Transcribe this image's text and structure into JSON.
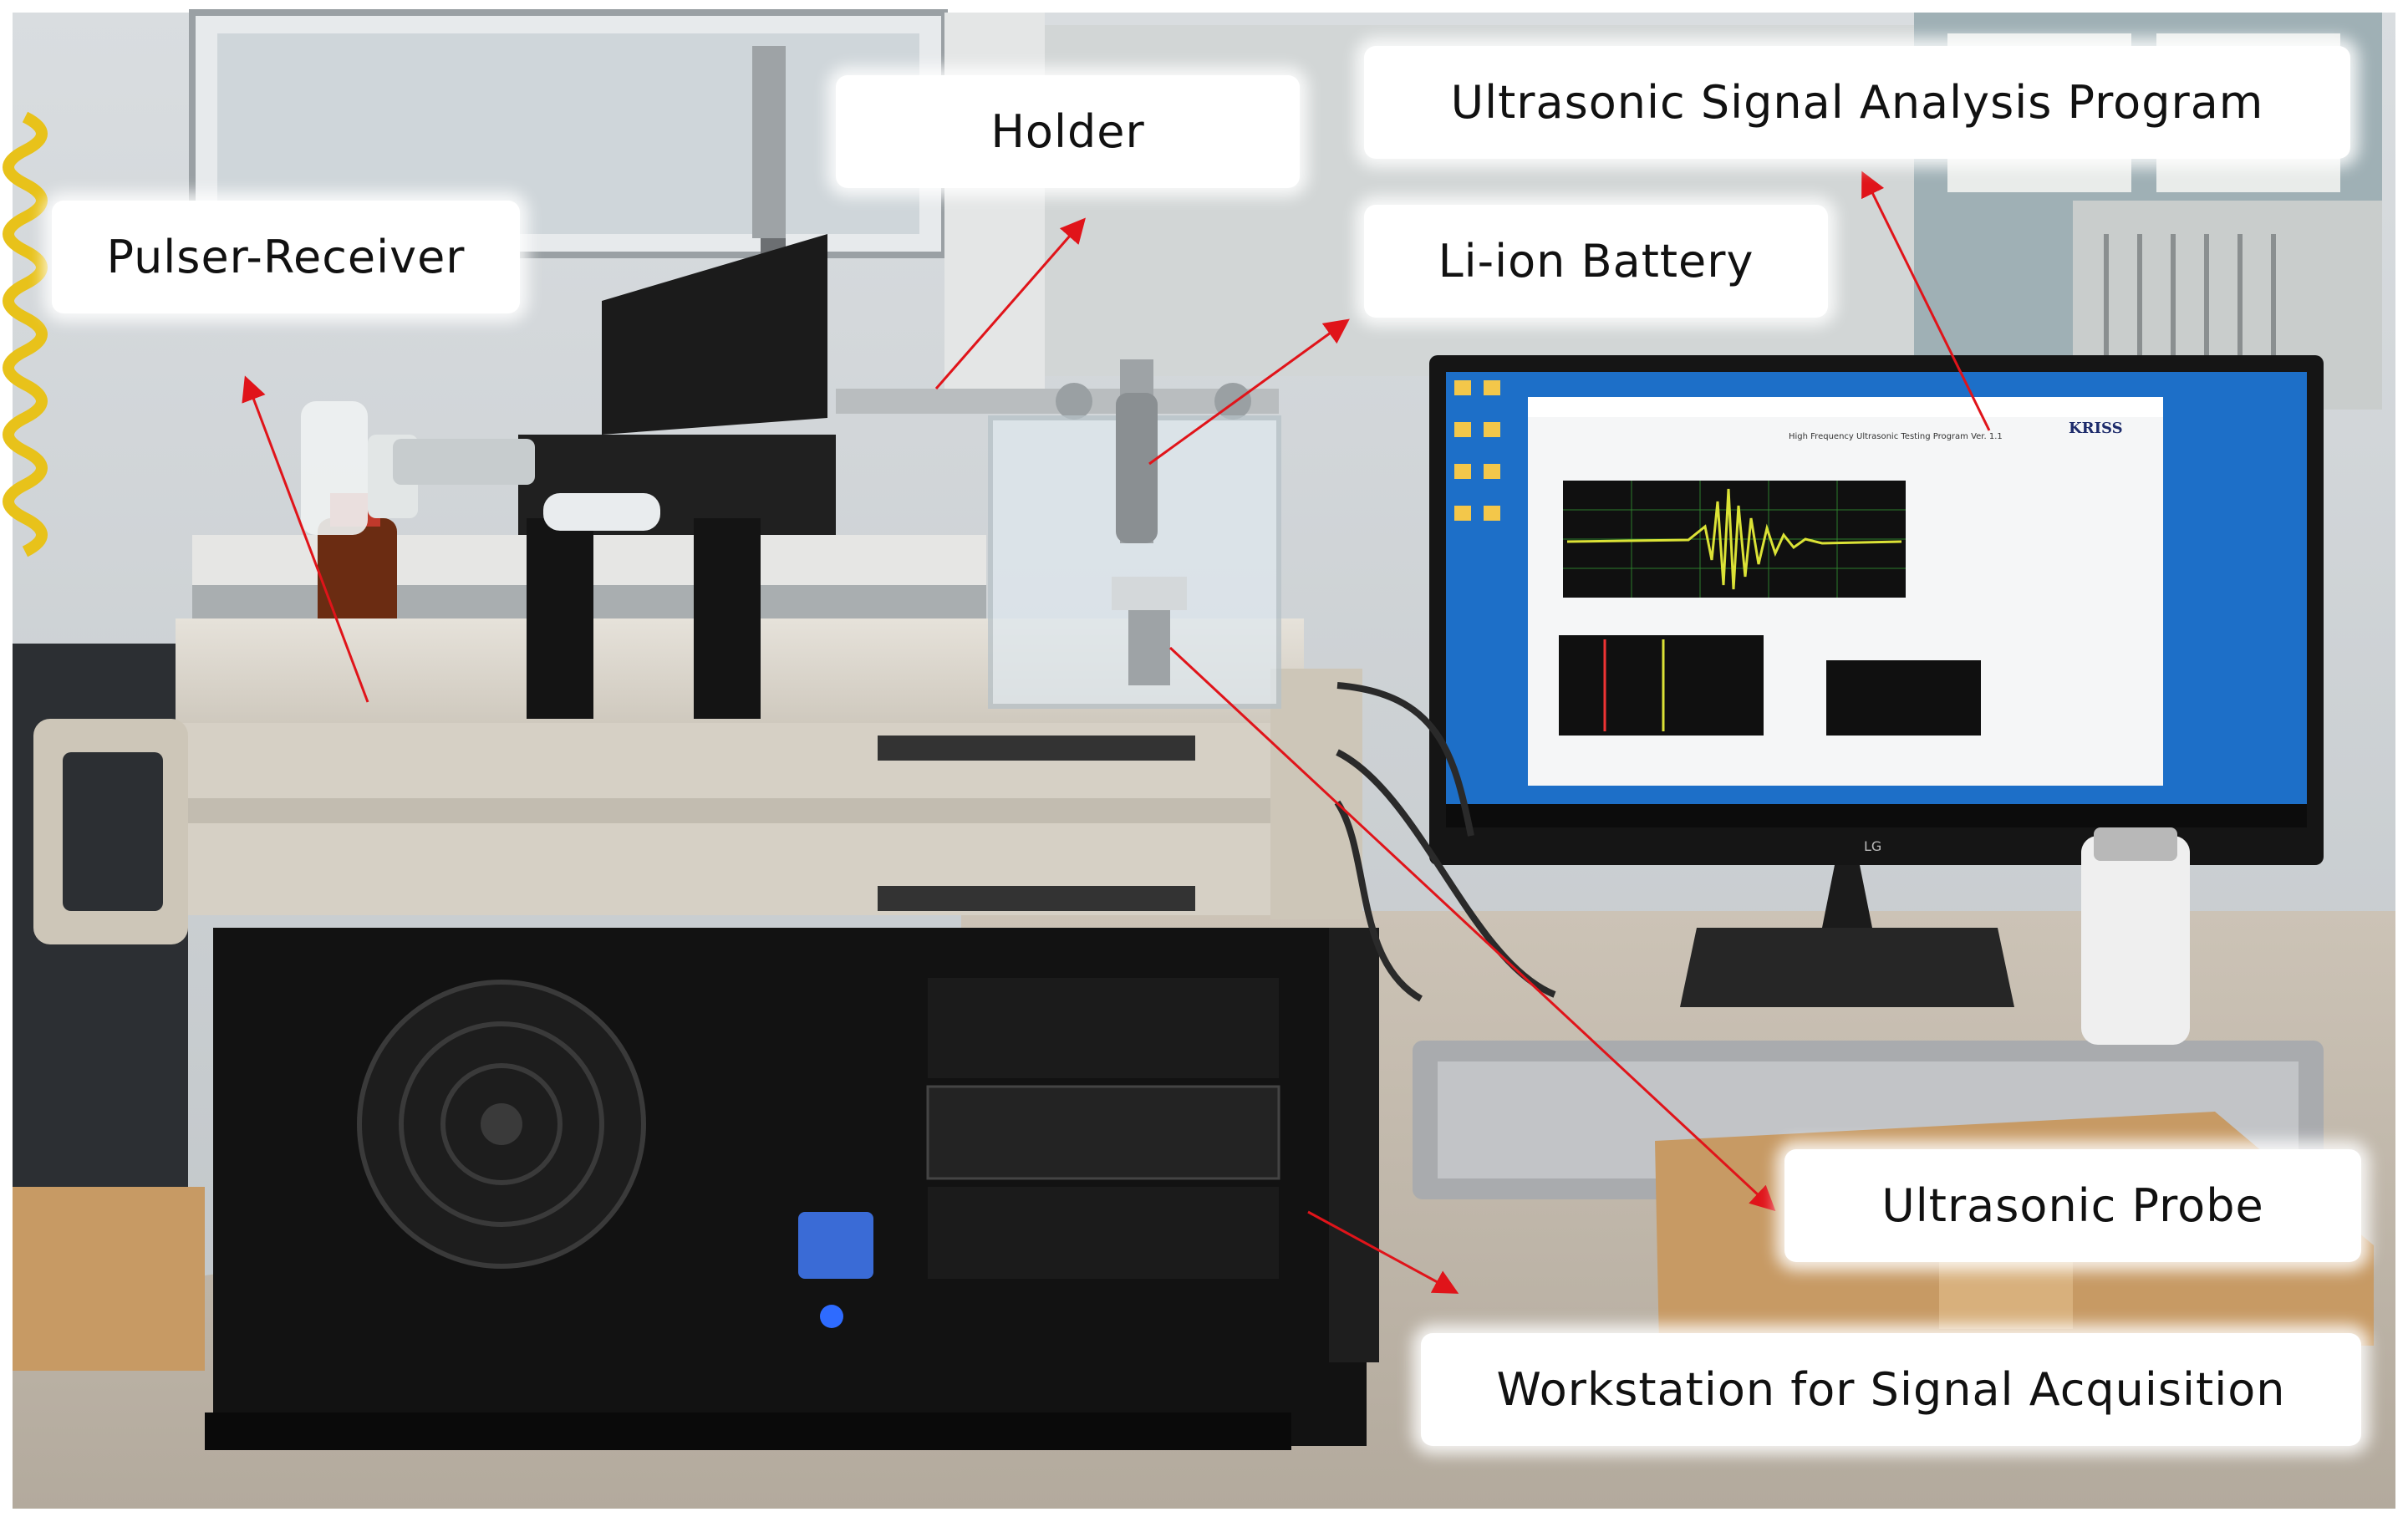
{
  "labels": {
    "pulser_receiver": "Pulser-Receiver",
    "holder": "Holder",
    "li_ion_battery": "Li-ion Battery",
    "analysis_program": "Ultrasonic Signal Analysis Program",
    "ultrasonic_probe": "Ultrasonic Probe",
    "workstation": "Workstation for Signal Acquisition"
  },
  "screen": {
    "program_title": "High Frequency Ultrasonic Testing Program Ver. 1.1",
    "logo_text": "KRISS",
    "monitor_brand": "LG"
  },
  "arrow_color": "#e0141a"
}
